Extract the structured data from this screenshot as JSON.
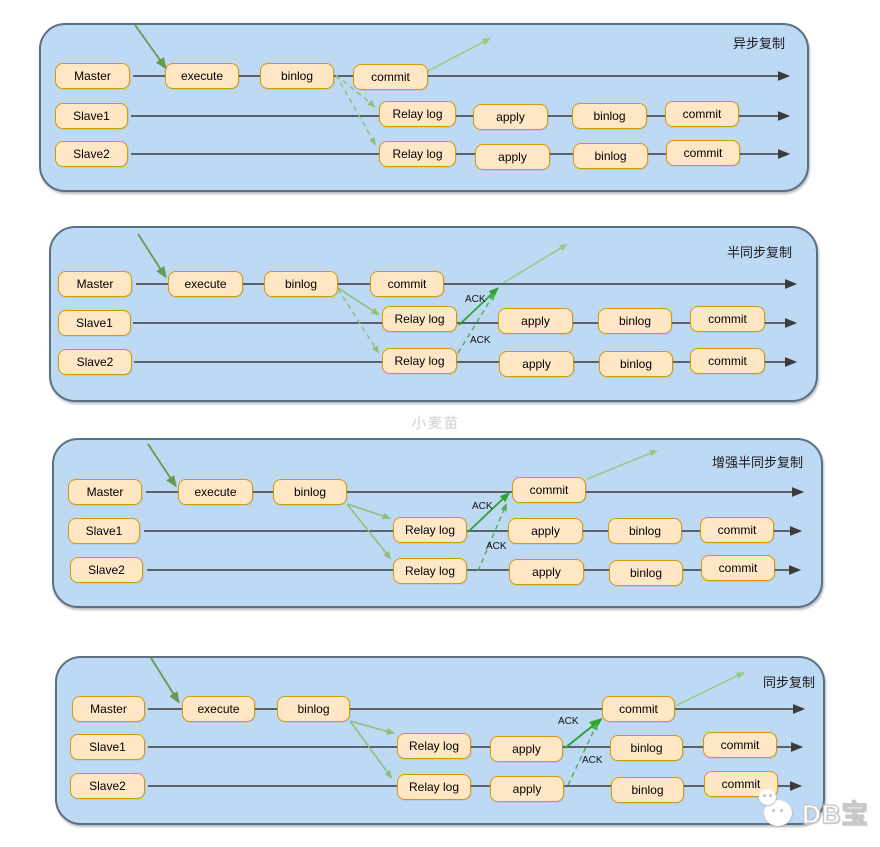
{
  "colors": {
    "panel_fill": "#bdd9f4",
    "panel_border": "#5c7085",
    "box_fill": "#ffe7c6",
    "box_border": "#d79b00",
    "timeline": "#3b3b3b",
    "green_dark": "#669a50",
    "green_light": "#8cbf77",
    "green_bright": "#2fa32f",
    "green_dashack": "#4fae4f",
    "green_pale": "#95cc80"
  },
  "ack_label": "ACK",
  "watermarks": {
    "center": "小麦苗",
    "brand": "DB宝"
  },
  "panels": [
    {
      "title": "异步复制",
      "rows": [
        {
          "label": "Master",
          "boxes": [
            "execute",
            "binlog",
            "commit"
          ]
        },
        {
          "label": "Slave1",
          "boxes": [
            "Relay log",
            "apply",
            "binlog",
            "commit"
          ]
        },
        {
          "label": "Slave2",
          "boxes": [
            "Relay log",
            "apply",
            "binlog",
            "commit"
          ]
        }
      ]
    },
    {
      "title": "半同步复制",
      "rows": [
        {
          "label": "Master",
          "boxes": [
            "execute",
            "binlog",
            "commit"
          ]
        },
        {
          "label": "Slave1",
          "boxes": [
            "Relay log",
            "apply",
            "binlog",
            "commit"
          ]
        },
        {
          "label": "Slave2",
          "boxes": [
            "Relay log",
            "apply",
            "binlog",
            "commit"
          ]
        }
      ]
    },
    {
      "title": "增强半同步复制",
      "rows": [
        {
          "label": "Master",
          "boxes": [
            "execute",
            "binlog",
            "commit"
          ]
        },
        {
          "label": "Slave1",
          "boxes": [
            "Relay log",
            "apply",
            "binlog",
            "commit"
          ]
        },
        {
          "label": "Slave2",
          "boxes": [
            "Relay log",
            "apply",
            "binlog",
            "commit"
          ]
        }
      ]
    },
    {
      "title": "同步复制",
      "rows": [
        {
          "label": "Master",
          "boxes": [
            "execute",
            "binlog",
            "commit"
          ]
        },
        {
          "label": "Slave1",
          "boxes": [
            "Relay log",
            "apply",
            "binlog",
            "commit"
          ]
        },
        {
          "label": "Slave2",
          "boxes": [
            "Relay log",
            "apply",
            "binlog",
            "commit"
          ]
        }
      ]
    }
  ]
}
